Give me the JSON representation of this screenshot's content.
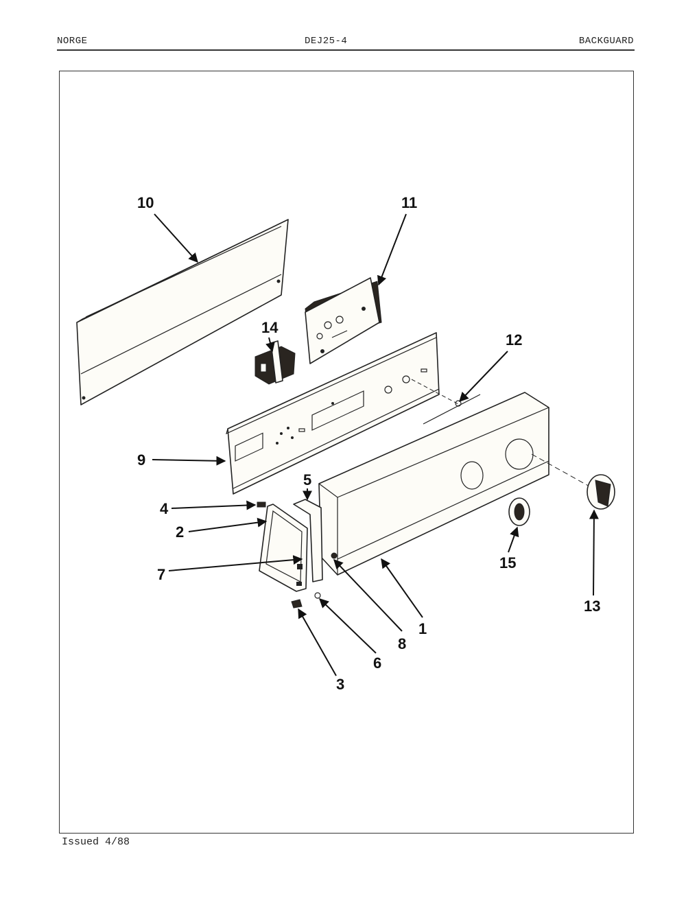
{
  "header": {
    "left": "NORGE",
    "center": "DEJ25-4",
    "right": "BACKGUARD"
  },
  "footer": {
    "issued": "Issued 4/88"
  },
  "callouts": {
    "c1": "1",
    "c2": "2",
    "c3": "3",
    "c4": "4",
    "c5": "5",
    "c6": "6",
    "c7": "7",
    "c8": "8",
    "c9": "9",
    "c10": "10",
    "c11": "11",
    "c12": "12",
    "c13": "13",
    "c14": "14",
    "c15": "15"
  }
}
